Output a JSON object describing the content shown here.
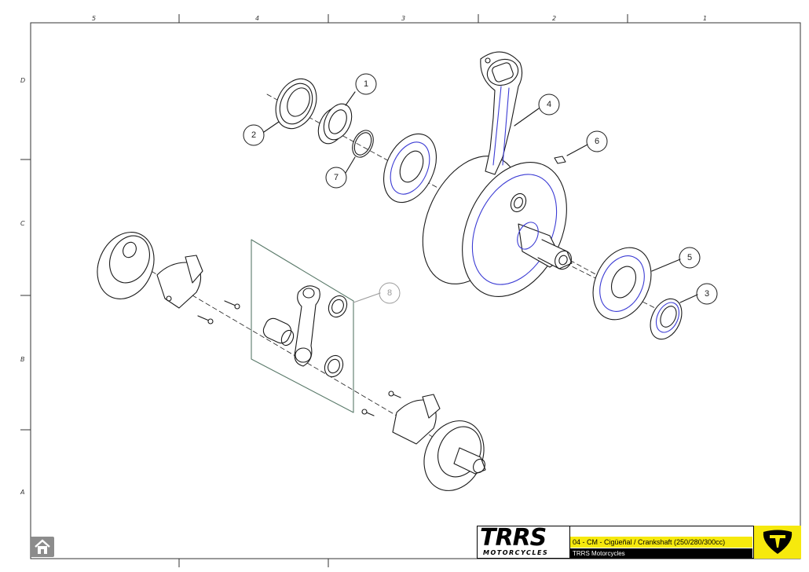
{
  "zones": {
    "columns": [
      "5",
      "4",
      "3",
      "2",
      "1"
    ],
    "rows": [
      "D",
      "C",
      "B",
      "A"
    ]
  },
  "callouts": [
    {
      "id": "1",
      "label": "1"
    },
    {
      "id": "2",
      "label": "2"
    },
    {
      "id": "3",
      "label": "3"
    },
    {
      "id": "4",
      "label": "4"
    },
    {
      "id": "5",
      "label": "5"
    },
    {
      "id": "6",
      "label": "6"
    },
    {
      "id": "7",
      "label": "7"
    },
    {
      "id": "8",
      "label": "8"
    }
  ],
  "title_block": {
    "brand": "TRRS",
    "brand_sub": "MOTORCYCLES",
    "title": "04 - CM - Cigüeñal / Crankshaft (250/280/300cc)",
    "company": "TRRS Motorcycles"
  },
  "colors": {
    "accent": "#f6e90d",
    "line": "#1a1a1a",
    "highlight": "#3b3bd4",
    "muted": "#9a9a9a"
  },
  "nav": {
    "home_icon": "home-icon"
  }
}
